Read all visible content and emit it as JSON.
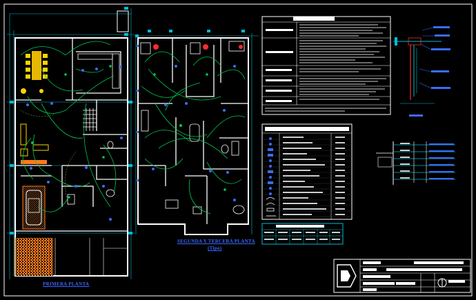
{
  "drawing": {
    "plan_1_title": "PRIMERA PLANTA",
    "plan_2_title": "SEGUNDA Y TERCERA PLANTA",
    "plan_2_subtitle": "(Tipo)"
  },
  "colors": {
    "background": "#000000",
    "walls": "#ffffff",
    "circuits": "#00c853",
    "circuit_light": "#9ccc65",
    "dims": "#00bcd4",
    "furniture": "#ffd400",
    "symbols": "#3b6cff",
    "fixtures": "#ff2a2a",
    "hatch": "#ff7a1a",
    "title_text": "#3a66ff"
  },
  "icons": [
    "north-arrow-icon",
    "company-logo-icon",
    "compass-icon"
  ]
}
